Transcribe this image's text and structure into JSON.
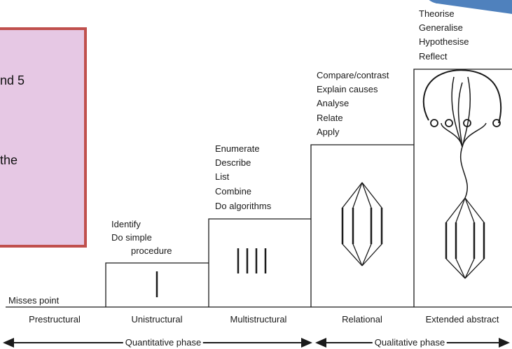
{
  "side_panel": {
    "line1": "nd 5",
    "line2": "the"
  },
  "levels": [
    {
      "name": "Prestructural",
      "verbs": [
        "Misses point"
      ]
    },
    {
      "name": "Unistructural",
      "verbs": [
        "Identify",
        "Do simple",
        "procedure"
      ]
    },
    {
      "name": "Multistructural",
      "verbs": [
        "Enumerate",
        "Describe",
        "List",
        "Combine",
        "Do algorithms"
      ]
    },
    {
      "name": "Relational",
      "verbs": [
        "Compare/contrast",
        "Explain causes",
        "Analyse",
        "Relate",
        "Apply"
      ]
    },
    {
      "name": "Extended abstract",
      "verbs": [
        "Theorise",
        "Generalise",
        "Hypothesise",
        "Reflect"
      ]
    }
  ],
  "phases": {
    "quantitative": "Quantitative phase",
    "qualitative": "Qualitative phase"
  },
  "colors": {
    "panel_fill": "#e6c8e4",
    "panel_border": "#c0504d",
    "accent": "#4f81bd",
    "line": "#1a1a1a"
  }
}
